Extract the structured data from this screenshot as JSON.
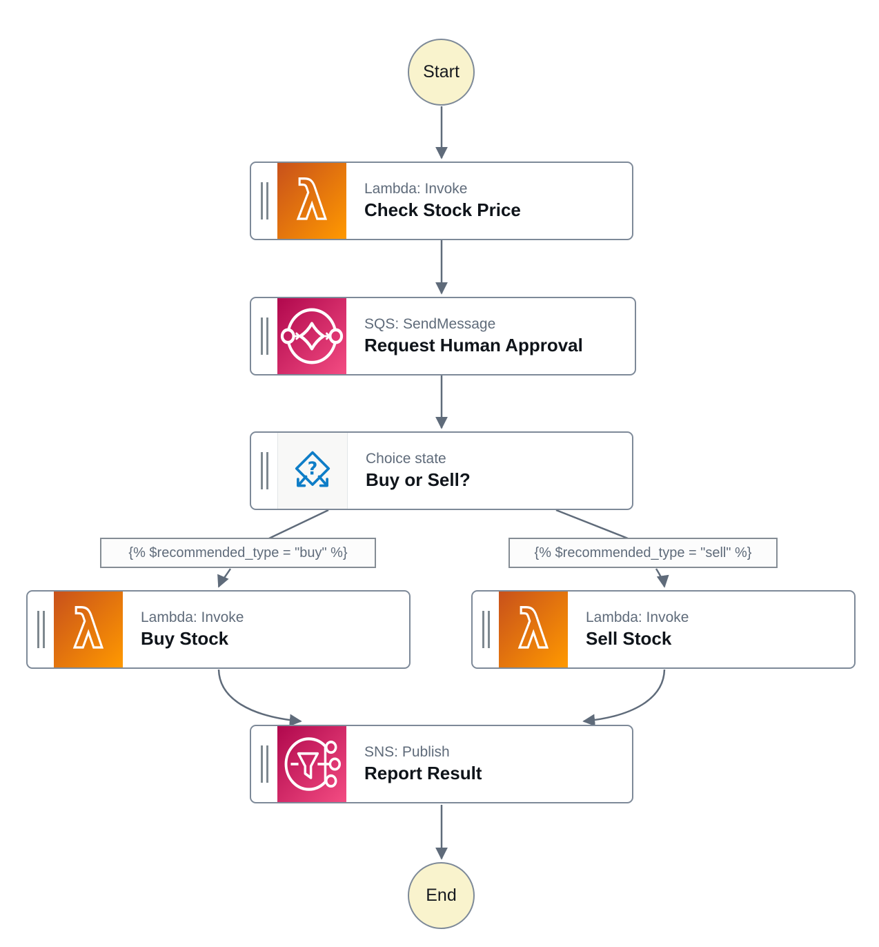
{
  "workflow": {
    "start": {
      "label": "Start"
    },
    "end": {
      "label": "End"
    },
    "nodes": [
      {
        "id": "check-stock-price",
        "service": "lambda",
        "type_label": "Lambda: Invoke",
        "title": "Check Stock Price"
      },
      {
        "id": "request-human-approval",
        "service": "sqs",
        "type_label": "SQS: SendMessage",
        "title": "Request Human Approval"
      },
      {
        "id": "buy-or-sell",
        "service": "choice",
        "type_label": "Choice state",
        "title": "Buy or Sell?"
      },
      {
        "id": "buy-stock",
        "service": "lambda",
        "type_label": "Lambda: Invoke",
        "title": "Buy Stock"
      },
      {
        "id": "sell-stock",
        "service": "lambda",
        "type_label": "Lambda: Invoke",
        "title": "Sell Stock"
      },
      {
        "id": "report-result",
        "service": "sns",
        "type_label": "SNS: Publish",
        "title": "Report Result"
      }
    ],
    "conditions": {
      "buy": "{% $recommended_type = \"buy\" %}",
      "sell": "{% $recommended_type = \"sell\" %}"
    },
    "icons": {
      "lambda_glyph": "λ",
      "choice_glyph": "?",
      "lambda_icon": "aws-lambda-icon",
      "sqs_icon": "aws-sqs-icon",
      "sns_icon": "aws-sns-icon",
      "choice_icon": "choice-branch-icon",
      "drag_handle": "drag-handle-icon"
    },
    "colors": {
      "lambda_gradient_start": "#C8511B",
      "lambda_gradient_end": "#FF9900",
      "pink_gradient_start": "#B0084D",
      "pink_gradient_end": "#F34C82",
      "choice_blue": "#0E7DC7",
      "connector_gray": "#5F6B7A",
      "node_border_gray": "#7D8998",
      "terminal_fill": "#F9F3CD",
      "title_text": "#0F141A",
      "secondary_text": "#5F6B7A"
    }
  }
}
